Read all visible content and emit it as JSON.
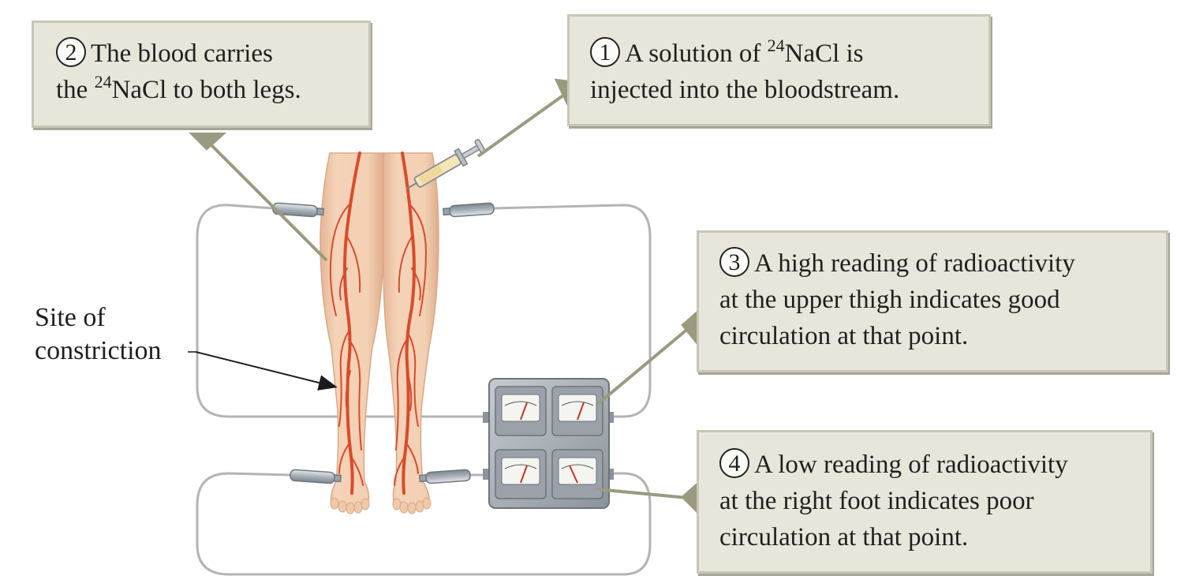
{
  "callouts": {
    "c1": {
      "number": "1",
      "line1_pre": "A solution of ",
      "isotope": "24",
      "line1_post": "NaCl is",
      "line2": "injected into the bloodstream."
    },
    "c2": {
      "number": "2",
      "line1": "The blood carries",
      "line2_pre": "the ",
      "isotope": "24",
      "line2_post": "NaCl to both legs."
    },
    "c3": {
      "number": "3",
      "line1": "A high reading of radioactivity",
      "line2": "at the upper thigh indicates good",
      "line3": "circulation at that point."
    },
    "c4": {
      "number": "4",
      "line1": "A low reading of radioactivity",
      "line2": "at the right foot indicates poor",
      "line3": "circulation at that point."
    }
  },
  "labels": {
    "site_line1": "Site of",
    "site_line2": "constriction"
  },
  "colors": {
    "skin": "#f3cfb3",
    "skin_shade": "#e4b596",
    "artery": "#d94b2c",
    "callout_bg": "#e8e6da",
    "pointer": "#9b9a80",
    "meter_body": "#aab0b6",
    "needle": "#c8361f"
  }
}
